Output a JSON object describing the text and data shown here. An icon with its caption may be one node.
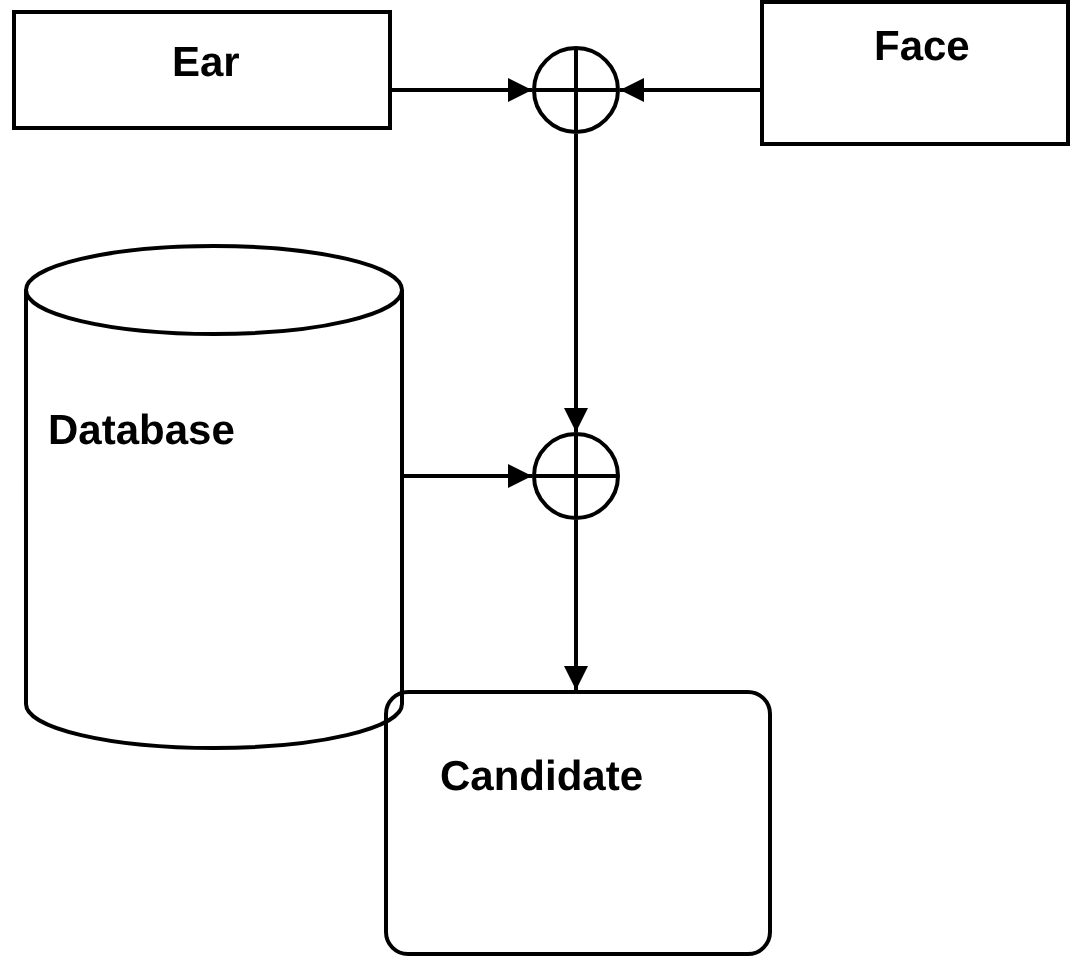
{
  "diagram": {
    "nodes": [
      {
        "text": [
          "Ear"
        ]
      },
      {
        "text": [],
        "shape": "circle"
      },
      {
        "text": [
          "Face"
        ]
      },
      {
        "text": [
          "Database"
        ]
      },
      {
        "text": [],
        "shape": "circle"
      },
      {
        "text": [
          "Candidate"
        ]
      }
    ],
    "edges": [
      {
        "from": 0,
        "to": 1,
        "arrow": "to"
      },
      {
        "from": 2,
        "to": 1,
        "arrow": "to"
      },
      {
        "from": 1,
        "to": 4,
        "arrow": "to"
      },
      {
        "from": 3,
        "to": 4,
        "arrow": "to"
      },
      {
        "from": 4,
        "to": 5,
        "arrow": "to"
      }
    ]
  }
}
